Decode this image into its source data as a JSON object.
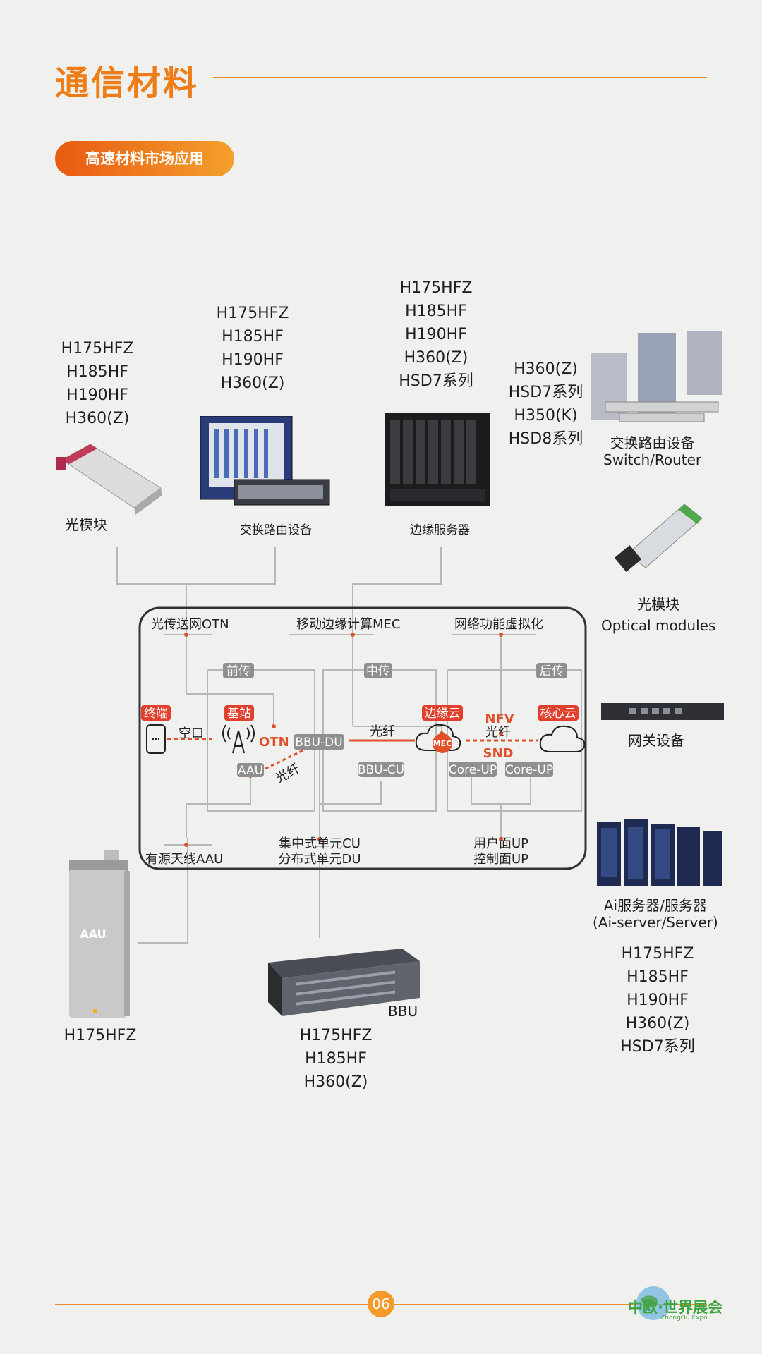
{
  "header": {
    "title": "通信材料",
    "section_label": "高速材料市场应用"
  },
  "products": {
    "optical_module_left": {
      "materials": [
        "H175HFZ",
        "H185HF",
        "H190HF",
        "H360(Z)"
      ],
      "label": "光模块"
    },
    "switch_router_device": {
      "materials": [
        "H175HFZ",
        "H185HF",
        "H190HF",
        "H360(Z)"
      ],
      "label": "交换路由设备"
    },
    "edge_server": {
      "materials": [
        "H175HFZ",
        "H185HF",
        "H190HF",
        "H360(Z)",
        "HSD7系列"
      ],
      "label": "边缘服务器"
    },
    "switch_router_right": {
      "materials": [
        "H360(Z)",
        "HSD7系列",
        "H350(K)",
        "HSD8系列"
      ],
      "label_cn": "交换路由设备",
      "label_en": "Switch/Router"
    },
    "optical_module_right": {
      "label_cn": "光模块",
      "label_en": "Optical modules"
    },
    "gateway": {
      "label": "网关设备"
    },
    "ai_server": {
      "label_cn": "Ai服务器/服务器",
      "label_en": "(Ai-server/Server)",
      "materials": [
        "H175HFZ",
        "H185HF",
        "H190HF",
        "H360(Z)",
        "HSD7系列"
      ]
    },
    "aau": {
      "device_text": "AAU",
      "materials": [
        "H175HFZ"
      ]
    },
    "bbu": {
      "label": "BBU",
      "materials": [
        "H175HFZ",
        "H185HF",
        "H360(Z)"
      ]
    }
  },
  "diagram": {
    "otn": "光传送网OTN",
    "mec": "移动边缘计算MEC",
    "nfv_full": "网络功能虚拟化",
    "fronthaul": "前传",
    "midhaul": "中传",
    "backhaul": "后传",
    "terminal": "终端",
    "base_station": "基站",
    "edge_cloud": "边缘云",
    "nfv": "NFV",
    "core_cloud": "核心云",
    "air_interface": "空口",
    "otn_short": "OTN",
    "bbu_du": "BBU-DU",
    "fiber": "光纤",
    "fiber2": "光纤",
    "fiber3": "光纤",
    "mec_short": "MEC",
    "snd": "SND",
    "aau_tag": "AAU",
    "bbu_cu": "BBU-CU",
    "core_up_1": "Core-UP",
    "core_up_2": "Core-UP",
    "active_antenna": "有源天线AAU",
    "cu": "集中式单元CU",
    "du": "分布式单元DU",
    "user_plane": "用户面UP",
    "control_plane": "控制面UP"
  },
  "footer": {
    "page_number": "06",
    "logo_text": "中欧·世界展会",
    "logo_sub": "ZhongOu Expo"
  },
  "colors": {
    "accent": "#ee7d17",
    "red_tag": "#e0402d",
    "gray_tag": "#8f8f8f"
  }
}
